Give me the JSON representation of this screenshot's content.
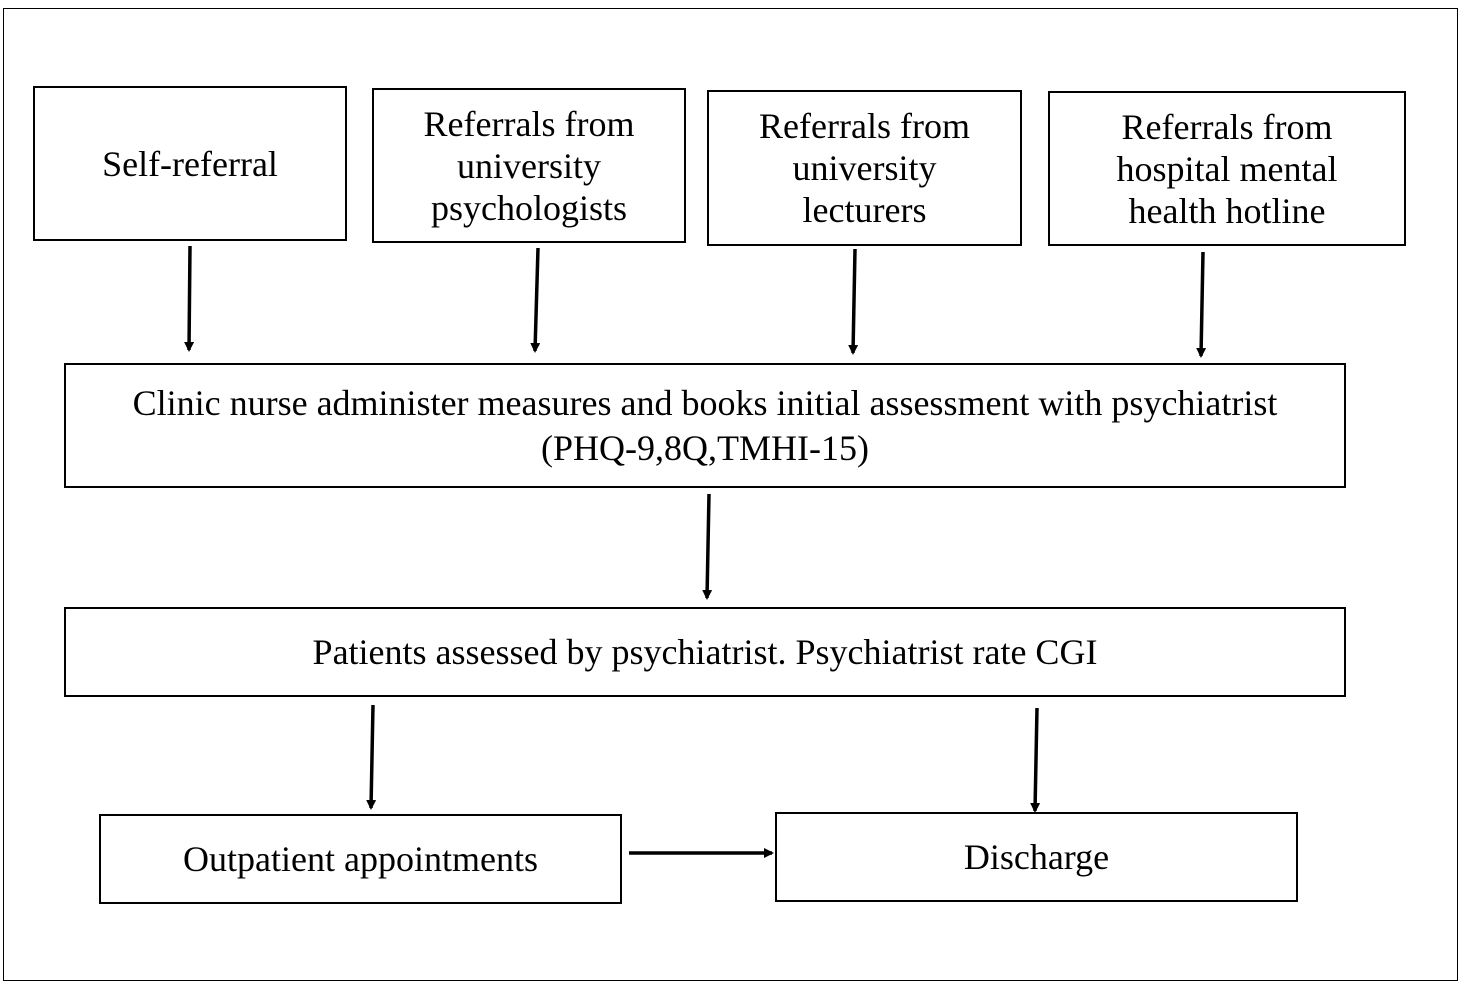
{
  "diagram": {
    "sources": [
      {
        "id": "self",
        "lines": [
          "Self-referral"
        ]
      },
      {
        "id": "psychologists",
        "lines": [
          "Referrals from",
          "university",
          "psychologists"
        ]
      },
      {
        "id": "lecturers",
        "lines": [
          "Referrals from",
          "university",
          "lecturers"
        ]
      },
      {
        "id": "hotline",
        "lines": [
          "Referrals from",
          "hospital mental",
          "health hotline"
        ]
      }
    ],
    "nurse_step": {
      "lines": [
        "Clinic nurse administer measures and books initial assessment with psychiatrist",
        "(PHQ-9,8Q,TMHI-15)"
      ]
    },
    "psychiatrist_step": {
      "lines": [
        "Patients assessed by psychiatrist. Psychiatrist rate CGI"
      ]
    },
    "outpatient": {
      "lines": [
        "Outpatient appointments"
      ]
    },
    "discharge": {
      "lines": [
        "Discharge"
      ]
    },
    "edges": [
      {
        "from": "Self-referral",
        "to": "Clinic nurse administer measures and books initial assessment with psychiatrist"
      },
      {
        "from": "Referrals from university psychologists",
        "to": "Clinic nurse administer measures and books initial assessment with psychiatrist"
      },
      {
        "from": "Referrals from university lecturers",
        "to": "Clinic nurse administer measures and books initial assessment with psychiatrist"
      },
      {
        "from": "Referrals from hospital mental health hotline",
        "to": "Clinic nurse administer measures and books initial assessment with psychiatrist"
      },
      {
        "from": "Clinic nurse administer measures and books initial assessment with psychiatrist",
        "to": "Patients assessed by psychiatrist. Psychiatrist rate CGI"
      },
      {
        "from": "Patients assessed by psychiatrist. Psychiatrist rate CGI",
        "to": "Outpatient appointments"
      },
      {
        "from": "Patients assessed by psychiatrist. Psychiatrist rate CGI",
        "to": "Discharge"
      },
      {
        "from": "Outpatient appointments",
        "to": "Discharge"
      }
    ]
  }
}
